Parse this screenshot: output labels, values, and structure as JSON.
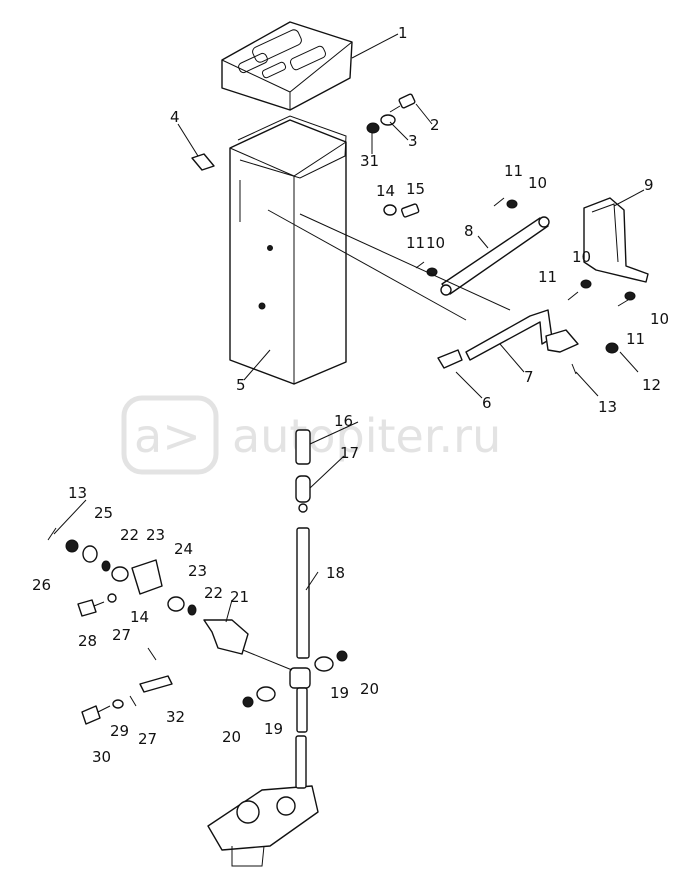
{
  "diagram": {
    "watermark": "autopiter.ru",
    "watermark_logo": "a>",
    "callouts": [
      {
        "id": "c1",
        "text": "1"
      },
      {
        "id": "c2",
        "text": "2"
      },
      {
        "id": "c3",
        "text": "3"
      },
      {
        "id": "c4",
        "text": "4"
      },
      {
        "id": "c5",
        "text": "5"
      },
      {
        "id": "c6",
        "text": "6"
      },
      {
        "id": "c7",
        "text": "7"
      },
      {
        "id": "c8",
        "text": "8"
      },
      {
        "id": "c9",
        "text": "9"
      },
      {
        "id": "c10a",
        "text": "10"
      },
      {
        "id": "c10b",
        "text": "10"
      },
      {
        "id": "c10c",
        "text": "10"
      },
      {
        "id": "c10d",
        "text": "10"
      },
      {
        "id": "c11a",
        "text": "11"
      },
      {
        "id": "c11b",
        "text": "11"
      },
      {
        "id": "c11c",
        "text": "11"
      },
      {
        "id": "c11d",
        "text": "11"
      },
      {
        "id": "c12",
        "text": "12"
      },
      {
        "id": "c13a",
        "text": "13"
      },
      {
        "id": "c13b",
        "text": "13"
      },
      {
        "id": "c14a",
        "text": "14"
      },
      {
        "id": "c14b",
        "text": "14"
      },
      {
        "id": "c15",
        "text": "15"
      },
      {
        "id": "c16",
        "text": "16"
      },
      {
        "id": "c17",
        "text": "17"
      },
      {
        "id": "c18",
        "text": "18"
      },
      {
        "id": "c19a",
        "text": "19"
      },
      {
        "id": "c19b",
        "text": "19"
      },
      {
        "id": "c20a",
        "text": "20"
      },
      {
        "id": "c20b",
        "text": "20"
      },
      {
        "id": "c21",
        "text": "21"
      },
      {
        "id": "c22a",
        "text": "22"
      },
      {
        "id": "c22b",
        "text": "22"
      },
      {
        "id": "c23a",
        "text": "23"
      },
      {
        "id": "c23b",
        "text": "23"
      },
      {
        "id": "c24",
        "text": "24"
      },
      {
        "id": "c25",
        "text": "25"
      },
      {
        "id": "c26",
        "text": "26"
      },
      {
        "id": "c27a",
        "text": "27"
      },
      {
        "id": "c27b",
        "text": "27"
      },
      {
        "id": "c28",
        "text": "28"
      },
      {
        "id": "c29",
        "text": "29"
      },
      {
        "id": "c30",
        "text": "30"
      },
      {
        "id": "c31",
        "text": "31"
      },
      {
        "id": "c32",
        "text": "32"
      }
    ]
  }
}
